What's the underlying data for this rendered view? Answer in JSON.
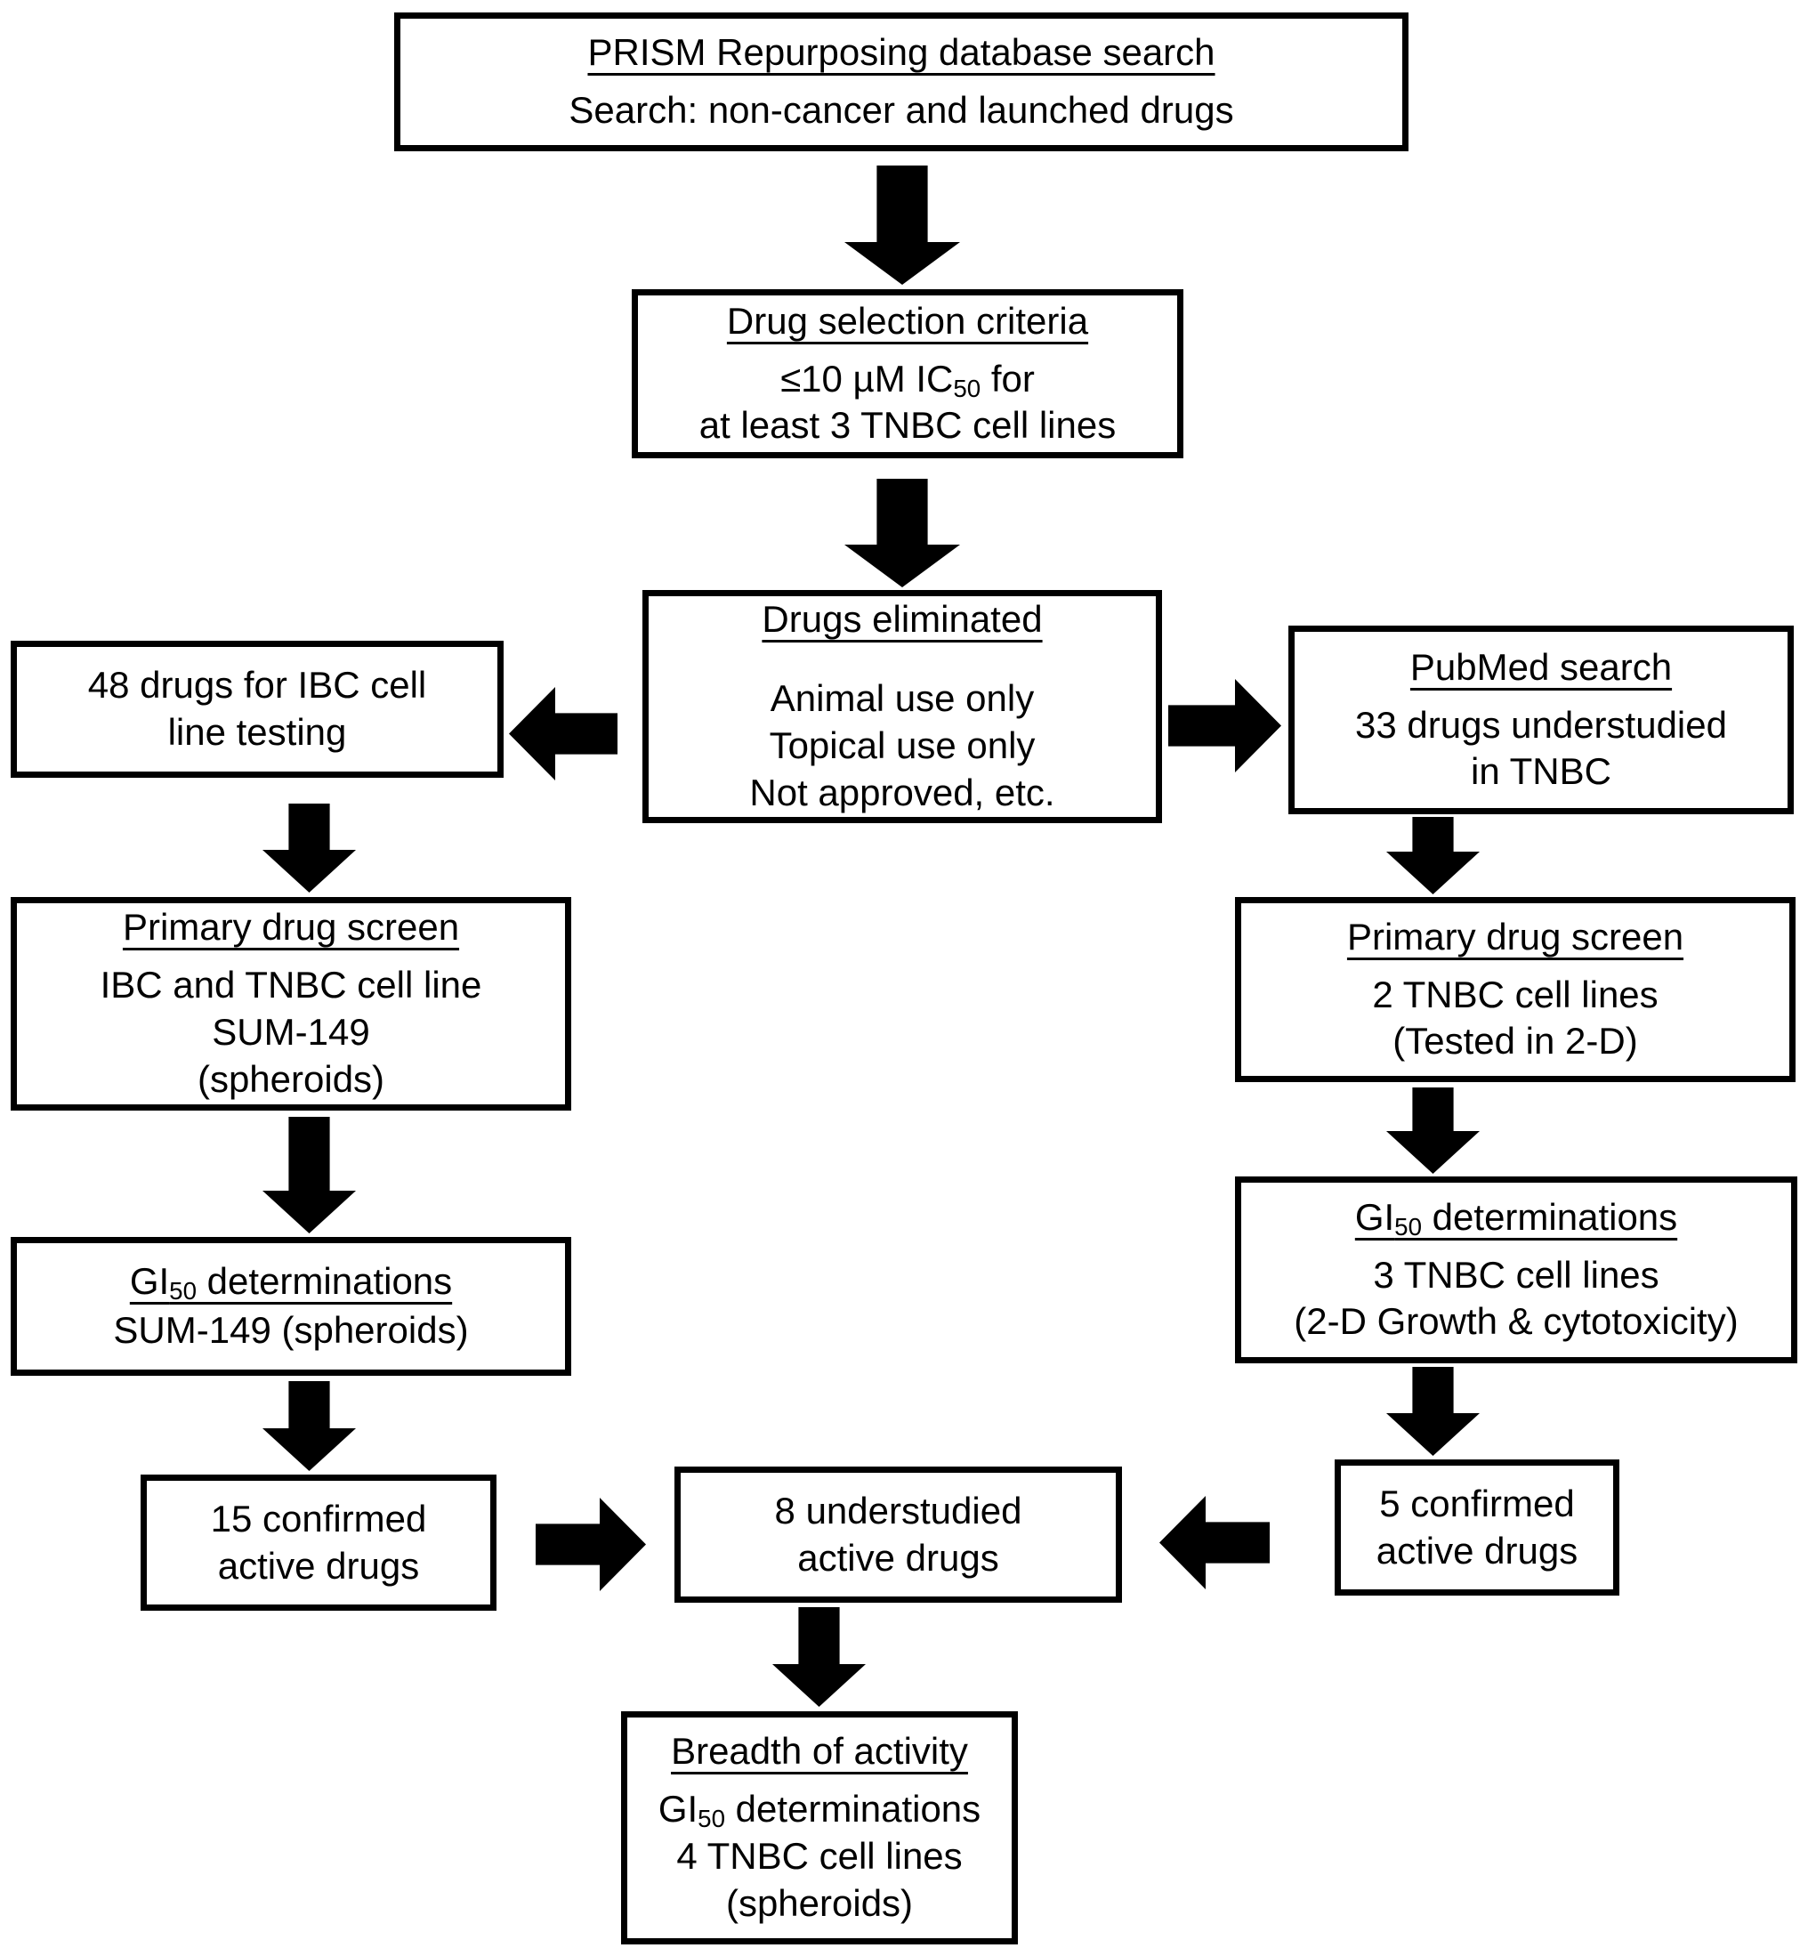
{
  "figure": {
    "type": "flowchart",
    "background_color": "#ffffff",
    "box_border_color": "#000000",
    "arrow_color": "#000000",
    "text_color": "#000000"
  },
  "boxes": [
    {
      "key": "prism-search",
      "title": [
        {
          "t": "PRISM Repurposing database search"
        }
      ],
      "lines": [
        [
          {
            "t": "Search: non-cancer and launched drugs"
          }
        ]
      ]
    },
    {
      "key": "selection-criteria",
      "title": [
        {
          "t": "Drug selection criteria"
        }
      ],
      "lines": [
        [
          {
            "t": "≤10 µM IC"
          },
          {
            "t": "50",
            "sub": true
          },
          {
            "t": " for"
          }
        ],
        [
          {
            "t": "at least 3 TNBC cell lines"
          }
        ]
      ]
    },
    {
      "key": "drugs-eliminated",
      "title": [
        {
          "t": "Drugs eliminated"
        }
      ],
      "lines": [
        [
          {
            "t": "Animal use only"
          }
        ],
        [
          {
            "t": "Topical use only"
          }
        ],
        [
          {
            "t": "Not approved, etc."
          }
        ]
      ]
    },
    {
      "key": "ibc-testing",
      "title": null,
      "lines": [
        [
          {
            "t": "48 drugs for IBC cell"
          }
        ],
        [
          {
            "t": "line testing"
          }
        ]
      ]
    },
    {
      "key": "pubmed-search",
      "title": [
        {
          "t": "PubMed search"
        }
      ],
      "lines": [
        [
          {
            "t": "33 drugs understudied"
          }
        ],
        [
          {
            "t": "in TNBC"
          }
        ]
      ]
    },
    {
      "key": "primary-screen-left",
      "title": [
        {
          "t": "Primary drug screen"
        }
      ],
      "lines": [
        [
          {
            "t": "IBC and TNBC cell line"
          }
        ],
        [
          {
            "t": "SUM-149"
          }
        ],
        [
          {
            "t": "(spheroids)"
          }
        ]
      ]
    },
    {
      "key": "primary-screen-right",
      "title": [
        {
          "t": "Primary drug screen"
        }
      ],
      "lines": [
        [
          {
            "t": "2 TNBC cell lines"
          }
        ],
        [
          {
            "t": "(Tested in 2-D)"
          }
        ]
      ]
    },
    {
      "key": "gi50-left",
      "title": [
        {
          "t": "GI"
        },
        {
          "t": "50",
          "sub": true
        },
        {
          "t": " determinations"
        }
      ],
      "lines": [
        [
          {
            "t": "SUM-149 (spheroids)"
          }
        ]
      ]
    },
    {
      "key": "gi50-right",
      "title": [
        {
          "t": "GI"
        },
        {
          "t": "50",
          "sub": true
        },
        {
          "t": " determinations"
        }
      ],
      "lines": [
        [
          {
            "t": "3 TNBC cell lines"
          }
        ],
        [
          {
            "t": "(2-D Growth & cytotoxicity)"
          }
        ]
      ]
    },
    {
      "key": "confirmed-15",
      "title": null,
      "lines": [
        [
          {
            "t": "15 confirmed"
          }
        ],
        [
          {
            "t": "active drugs"
          }
        ]
      ]
    },
    {
      "key": "understudied-8",
      "title": null,
      "lines": [
        [
          {
            "t": "8 understudied"
          }
        ],
        [
          {
            "t": "active drugs"
          }
        ]
      ]
    },
    {
      "key": "confirmed-5",
      "title": null,
      "lines": [
        [
          {
            "t": "5 confirmed"
          }
        ],
        [
          {
            "t": "active drugs"
          }
        ]
      ]
    },
    {
      "key": "breadth-activity",
      "title": [
        {
          "t": "Breadth of activity"
        }
      ],
      "lines": [
        [
          {
            "t": "GI"
          },
          {
            "t": "50",
            "sub": true
          },
          {
            "t": " determinations"
          }
        ],
        [
          {
            "t": "4 TNBC cell lines"
          }
        ],
        [
          {
            "t": "(spheroids)"
          }
        ]
      ]
    }
  ],
  "arrows": [
    {
      "name": "arrow-prism-to-criteria",
      "direction": "down",
      "from": "prism-search",
      "to": "selection-criteria"
    },
    {
      "name": "arrow-criteria-to-eliminated",
      "direction": "down",
      "from": "selection-criteria",
      "to": "drugs-eliminated"
    },
    {
      "name": "arrow-eliminated-to-ibc",
      "direction": "left",
      "from": "drugs-eliminated",
      "to": "ibc-testing"
    },
    {
      "name": "arrow-eliminated-to-pubmed",
      "direction": "right",
      "from": "drugs-eliminated",
      "to": "pubmed-search"
    },
    {
      "name": "arrow-ibc-to-primary-left",
      "direction": "down",
      "from": "ibc-testing",
      "to": "primary-screen-left"
    },
    {
      "name": "arrow-pubmed-to-primary-right",
      "direction": "down",
      "from": "pubmed-search",
      "to": "primary-screen-right"
    },
    {
      "name": "arrow-primary-left-to-gi50-left",
      "direction": "down",
      "from": "primary-screen-left",
      "to": "gi50-left"
    },
    {
      "name": "arrow-primary-right-to-gi50-right",
      "direction": "down",
      "from": "primary-screen-right",
      "to": "gi50-right"
    },
    {
      "name": "arrow-gi50-left-to-confirmed15",
      "direction": "down",
      "from": "gi50-left",
      "to": "confirmed-15"
    },
    {
      "name": "arrow-gi50-right-to-confirmed5",
      "direction": "down",
      "from": "gi50-right",
      "to": "confirmed-5"
    },
    {
      "name": "arrow-confirmed15-to-understudied8",
      "direction": "right",
      "from": "confirmed-15",
      "to": "understudied-8"
    },
    {
      "name": "arrow-confirmed5-to-understudied8",
      "direction": "left",
      "from": "confirmed-5",
      "to": "understudied-8"
    },
    {
      "name": "arrow-understudied8-to-breadth",
      "direction": "down",
      "from": "understudied-8",
      "to": "breadth-activity"
    }
  ]
}
